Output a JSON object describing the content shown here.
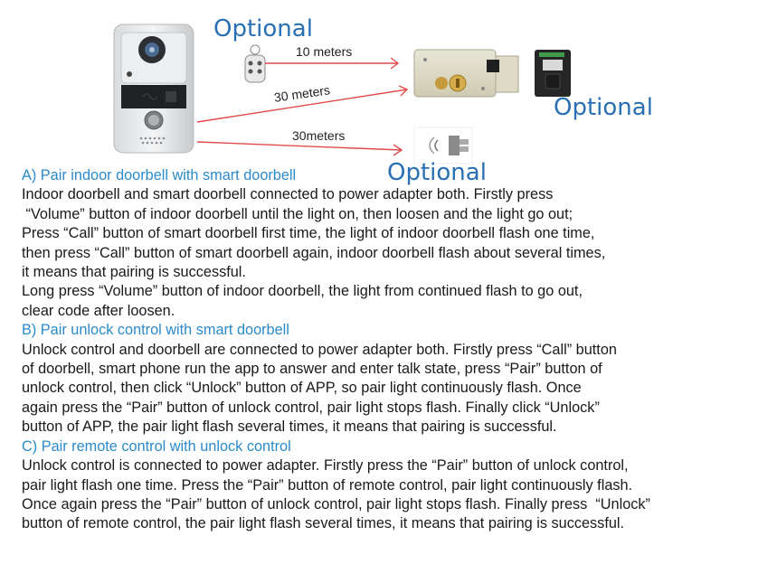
{
  "figure": {
    "optional_labels": [
      "Optional",
      "Optional",
      "Optional"
    ],
    "distances": [
      "10 meters",
      "30 meters",
      "30meters"
    ]
  },
  "sections": [
    {
      "heading": "A) Pair indoor doorbell with smart doorbell",
      "lines": [
        "Indoor doorbell and smart doorbell connected to power adapter both. Firstly press",
        " “Volume” button of indoor doorbell until the light on, then loosen and the light go out;",
        "Press “Call” button of smart doorbell first time, the light of indoor doorbell flash one time,",
        "then press “Call” button of smart doorbell again, indoor doorbell flash about several times,",
        "it means that pairing is successful.",
        "Long press “Volume” button of indoor doorbell, the light from continued flash to go out,",
        "clear code after loosen."
      ]
    },
    {
      "heading": "B) Pair unlock control with smart doorbell",
      "lines": [
        "Unlock control and doorbell are connected to power adapter both. Firstly press “Call” button",
        "of doorbell, smart phone run the app to answer and enter talk state, press “Pair” button of",
        "unlock control, then click “Unlock” button of APP, so pair light continuously flash. Once",
        "again press the “Pair” button of unlock control, pair light stops flash. Finally click “Unlock”",
        "button of APP, the pair light flash several times, it means that pairing is successful."
      ]
    },
    {
      "heading": "C) Pair remote control with unlock control",
      "lines": [
        "Unlock control is connected to power adapter. Firstly press the “Pair” button of unlock control,",
        "pair light flash one time. Press the “Pair” button of remote control, pair light continuously flash.",
        "Once again press the “Pair” button of unlock control, pair light stops flash. Finally press  “Unlock”",
        "button of remote control, the pair light flash several times, it means that pairing is successful."
      ]
    }
  ]
}
